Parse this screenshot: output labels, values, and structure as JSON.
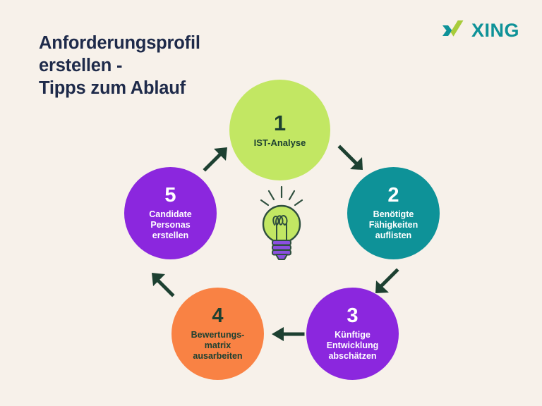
{
  "page": {
    "background_color": "#F7F1EA",
    "title": "Anforderungsprofil\nerstellen -\nTipps zum Ablauf",
    "title_color": "#1E2A4A"
  },
  "brand": {
    "name": "XING",
    "wordmark_color": "#0E9298",
    "mark_teal": "#0E9298",
    "mark_green": "#A8CC3B",
    "mark_icon": "xing-x-icon"
  },
  "center_icon": {
    "name": "lightbulb-icon",
    "bulb_color": "#C2E763",
    "base_color": "#8B4FE0",
    "outline_color": "#2F4F3E"
  },
  "steps": [
    {
      "number": "1",
      "label": "IST-Analyse",
      "fill": "#C2E763",
      "text_color": "#1D4031"
    },
    {
      "number": "2",
      "label": "Benötigte\nFähigkeiten\nauflisten",
      "fill": "#0E9298",
      "text_color": "#FFFFFF"
    },
    {
      "number": "3",
      "label": "Künftige\nEntwicklung\nabschätzen",
      "fill": "#8B27DE",
      "text_color": "#FFFFFF"
    },
    {
      "number": "4",
      "label": "Bewertungs-\nmatrix\nausarbeiten",
      "fill": "#F98244",
      "text_color": "#1D4031"
    },
    {
      "number": "5",
      "label": "Candidate\nPersonas\nerstellen",
      "fill": "#8B27DE",
      "text_color": "#FFFFFF"
    }
  ],
  "arrows": [
    {
      "name": "arrow-step1-to-step2",
      "direction": "down-right",
      "color": "#1D4031"
    },
    {
      "name": "arrow-step2-to-step3",
      "direction": "down-left",
      "color": "#1D4031"
    },
    {
      "name": "arrow-step3-to-step4",
      "direction": "left",
      "color": "#1D4031"
    },
    {
      "name": "arrow-step4-to-step5",
      "direction": "up-left",
      "color": "#1D4031"
    },
    {
      "name": "arrow-step5-to-step1",
      "direction": "up-right",
      "color": "#1D4031"
    }
  ]
}
